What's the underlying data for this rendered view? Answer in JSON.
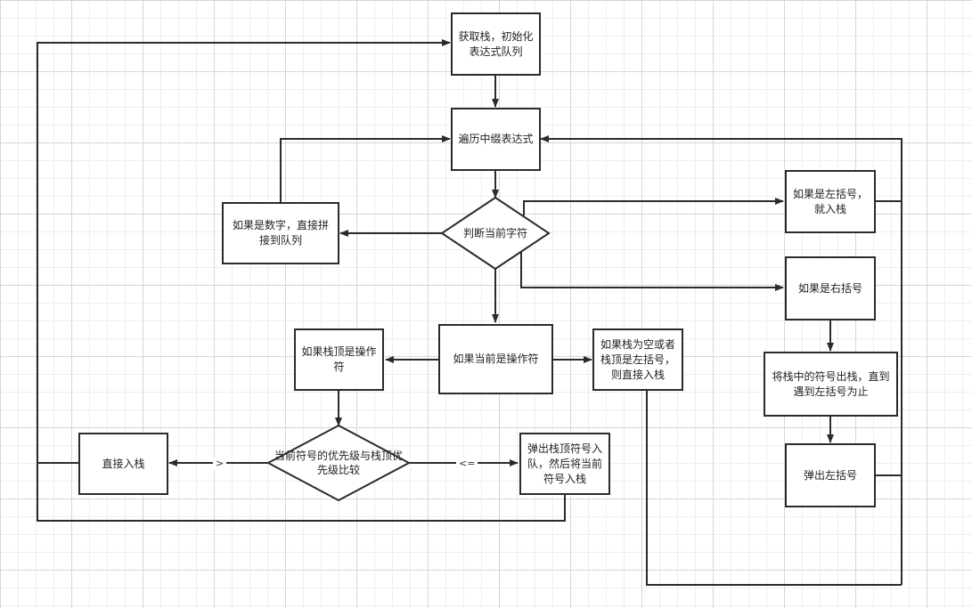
{
  "nodes": {
    "start": "获取栈，初始化表达式队列",
    "traverse": "遍历中缀表达式",
    "judge": "判断当前字符",
    "is_number": "如果是数字，直接拼接到队列",
    "is_left_paren": "如果是左括号，就入栈",
    "is_right_paren": "如果是右括号",
    "pop_until_left": "将栈中的符号出栈，直到遇到左括号为止",
    "pop_left": "弹出左括号",
    "is_operator": "如果当前是操作符",
    "stack_top_operator": "如果栈顶是操作符",
    "empty_or_left": "如果栈为空或者栈顶是左括号，则直接入栈",
    "compare": "当前符号的优先级与栈顶优先级比较",
    "push_direct": "直接入栈",
    "pop_then_push": "弹出栈顶符号入队，然后将当前符号入栈"
  },
  "edge_labels": {
    "greater": ">",
    "less_equal": "<="
  },
  "colors": {
    "stroke": "#2b2b2b",
    "fill": "#ffffff",
    "text": "#222222",
    "grid_major": "#d6d6d6",
    "grid_minor": "#eeeeee"
  }
}
